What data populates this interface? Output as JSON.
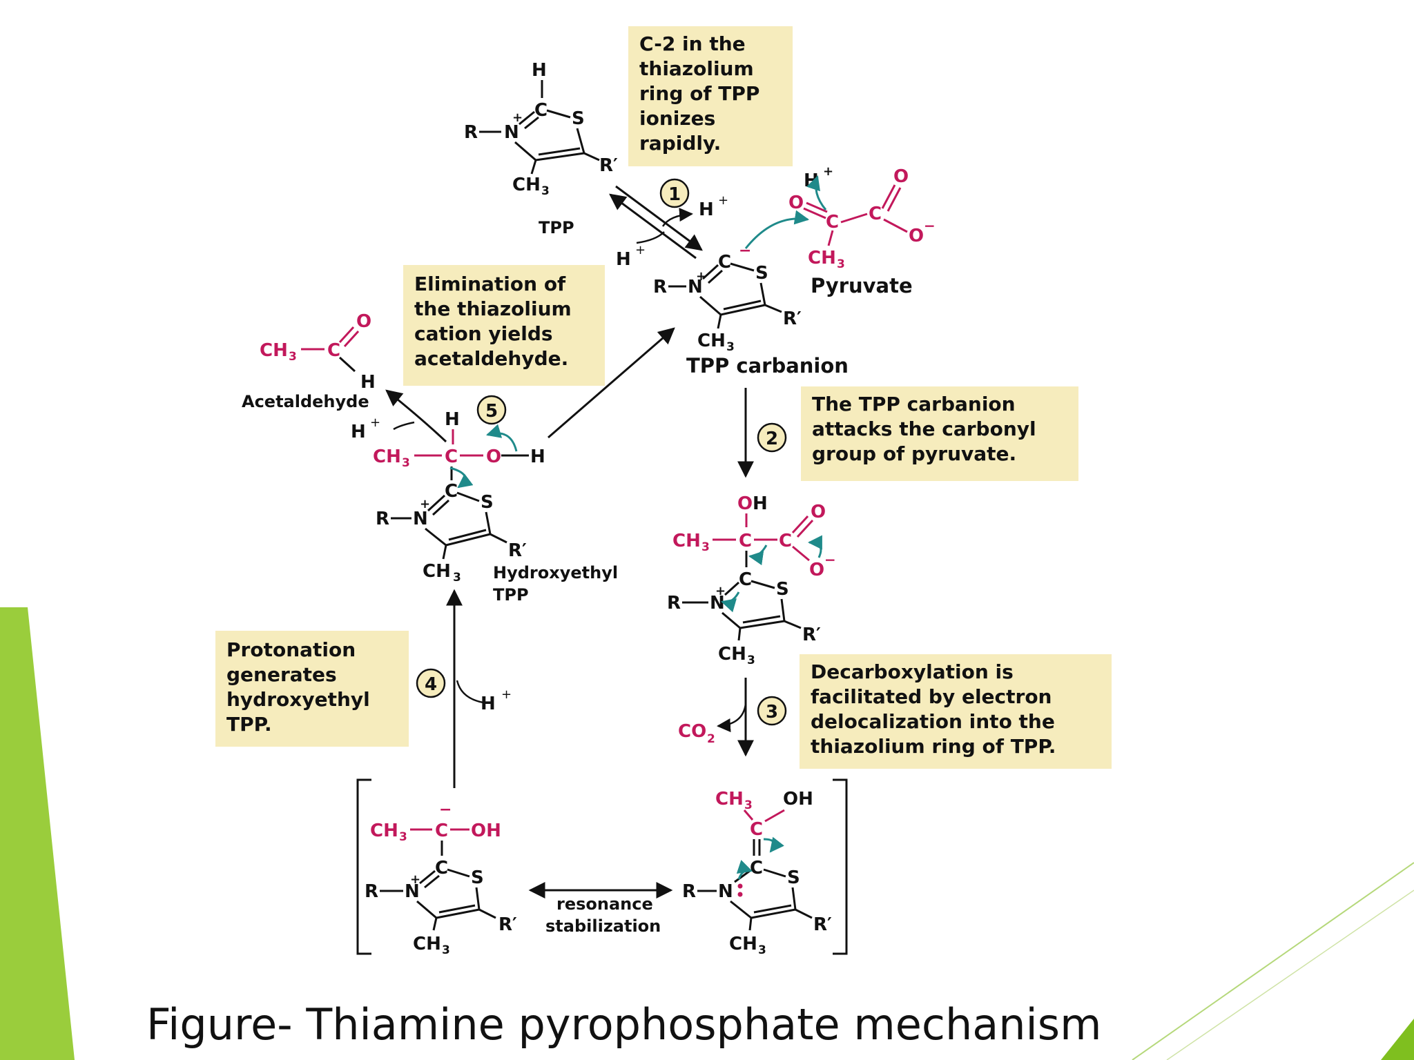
{
  "colors": {
    "accent_green": "#9acd3c",
    "callout_fill": "#f6ecbd",
    "magenta": "#c2185b",
    "teal_arrow": "#1f8a8a",
    "text": "#111111"
  },
  "callouts": {
    "c2": [
      "C-2 in the",
      "thiazolium",
      "ring of TPP",
      "ionizes",
      "rapidly."
    ],
    "elimination": [
      "Elimination of",
      "the thiazolium",
      "cation yields",
      "acetaldehyde."
    ],
    "attack": [
      "The TPP carbanion",
      "attacks the carbonyl",
      "group of pyruvate."
    ],
    "protonation": [
      "Protonation",
      "generates",
      "hydroxyethyl",
      "TPP."
    ],
    "decarboxylation": [
      "Decarboxylation is",
      "facilitated by electron",
      "delocalization into the",
      "thiazolium ring of TPP."
    ]
  },
  "steps": [
    "1",
    "2",
    "3",
    "4",
    "5"
  ],
  "labels": {
    "tpp": "TPP",
    "tpp_carbanion": "TPP carbanion",
    "pyruvate": "Pyruvate",
    "acetaldehyde": "Acetaldehyde",
    "hydroxyethyl_1": "Hydroxyethyl",
    "hydroxyethyl_2": "TPP",
    "resonance_1": "resonance",
    "resonance_2": "stabilization",
    "co2": "CO",
    "co2_sub": "2"
  },
  "atoms": {
    "R": "R",
    "N": "N",
    "C": "C",
    "S": "S",
    "H": "H",
    "O": "O",
    "R_prime": "R′",
    "CH3": "CH",
    "sub3": "3",
    "plus": "+",
    "minus": "−",
    "OH": "OH",
    "H_plus": "H",
    "O_minus": "O",
    "dash": "—"
  },
  "caption": "Figure- Thiamine pyrophosphate mechanism"
}
